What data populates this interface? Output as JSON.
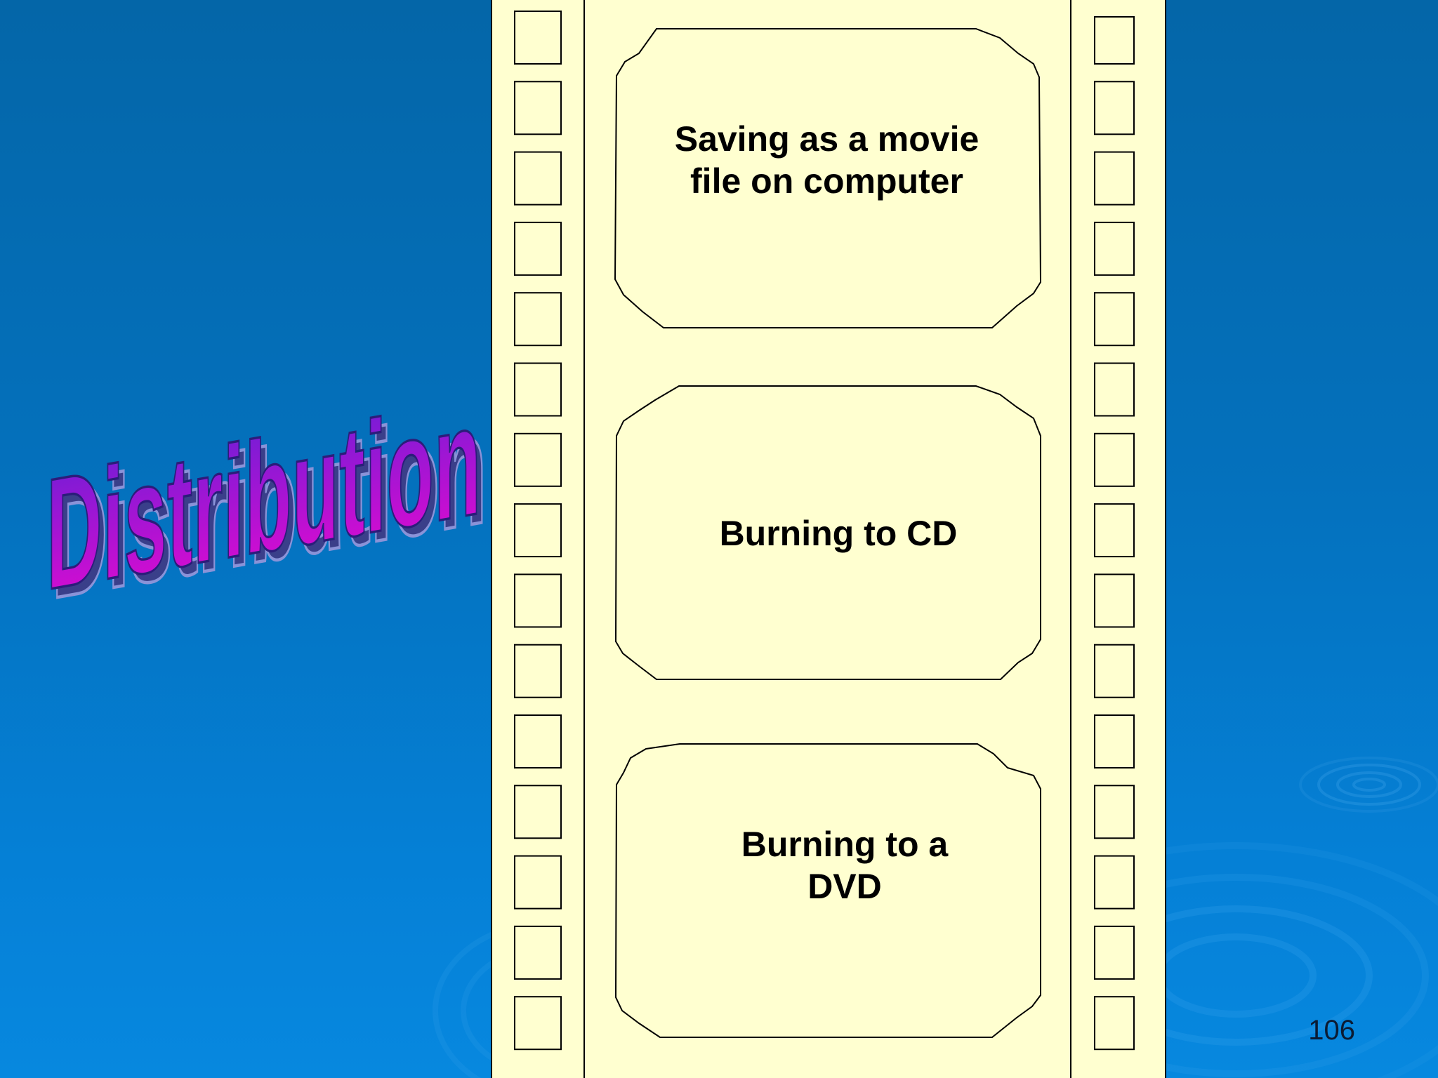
{
  "slide": {
    "title": "Distribution",
    "slide_number": "106",
    "colors": {
      "background_top": "#0466a8",
      "background_bottom": "#0788df",
      "film": "#ffffd0",
      "title_gradient_top": "#6a1fd6",
      "title_gradient_bottom": "#e20ad0",
      "title_shadow": "#3a3f8a"
    }
  },
  "frames": [
    {
      "text": "Saving as a movie file on computer"
    },
    {
      "text": "Burning to CD"
    },
    {
      "text": "Burning to a DVD"
    }
  ]
}
